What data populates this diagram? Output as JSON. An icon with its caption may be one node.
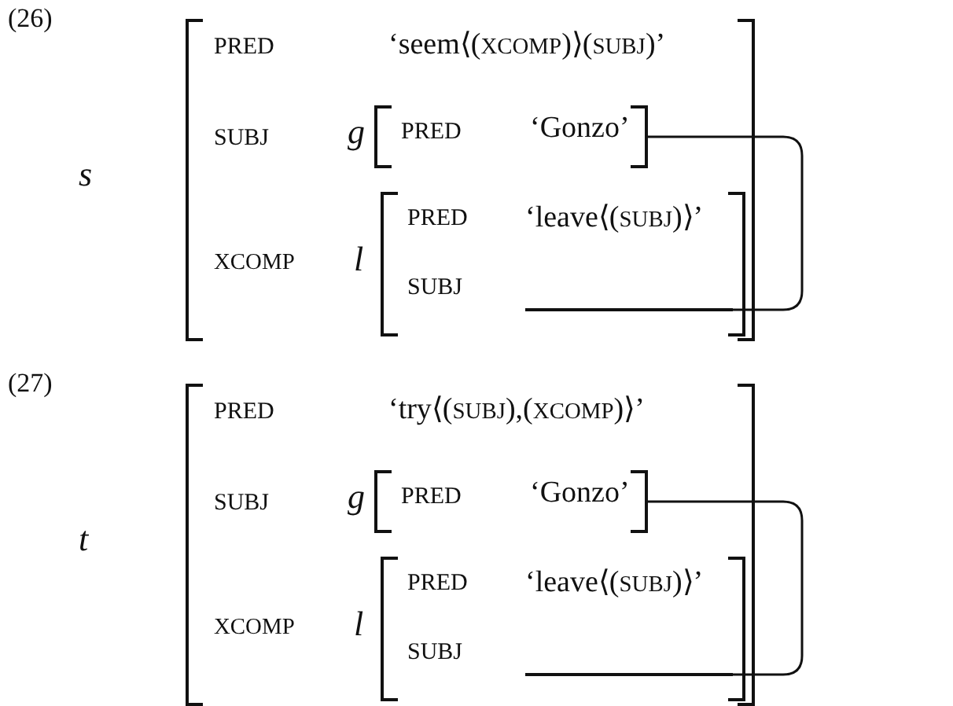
{
  "diagram": {
    "nodes": [
      {
        "text": [
          "PRED",
          "‘seem⟨(XCOMP)⟩(SUBJ)’",
          "SUBJ",
          "XCOMP"
        ],
        "beside": [
          "s"
        ]
      },
      {
        "text": [
          "PRED",
          "‘Gonzo’"
        ],
        "in": 0,
        "beside": [
          "g"
        ]
      },
      {
        "text": [
          "PRED",
          "‘leave⟨(SUBJ)⟩’",
          "SUBJ"
        ],
        "in": 0,
        "beside": [
          "l"
        ]
      },
      {
        "text": [],
        "shape": "bar",
        "in": 2
      },
      {
        "text": [
          "PRED",
          "‘try⟨(SUBJ),(XCOMP)⟩’",
          "SUBJ",
          "XCOMP"
        ],
        "beside": [
          "t"
        ]
      },
      {
        "text": [
          "PRED",
          "‘Gonzo’"
        ],
        "in": 4,
        "beside": [
          "g"
        ]
      },
      {
        "text": [
          "PRED",
          "‘leave⟨(SUBJ)⟩’",
          "SUBJ"
        ],
        "in": 4,
        "beside": [
          "l"
        ]
      },
      {
        "text": [],
        "shape": "bar",
        "in": 6
      }
    ],
    "edges": [
      {
        "from": 1,
        "to": 3,
        "arrow": "none"
      },
      {
        "from": 5,
        "to": 7,
        "arrow": "none"
      }
    ],
    "labels": [
      "(26)",
      "(27)"
    ]
  }
}
